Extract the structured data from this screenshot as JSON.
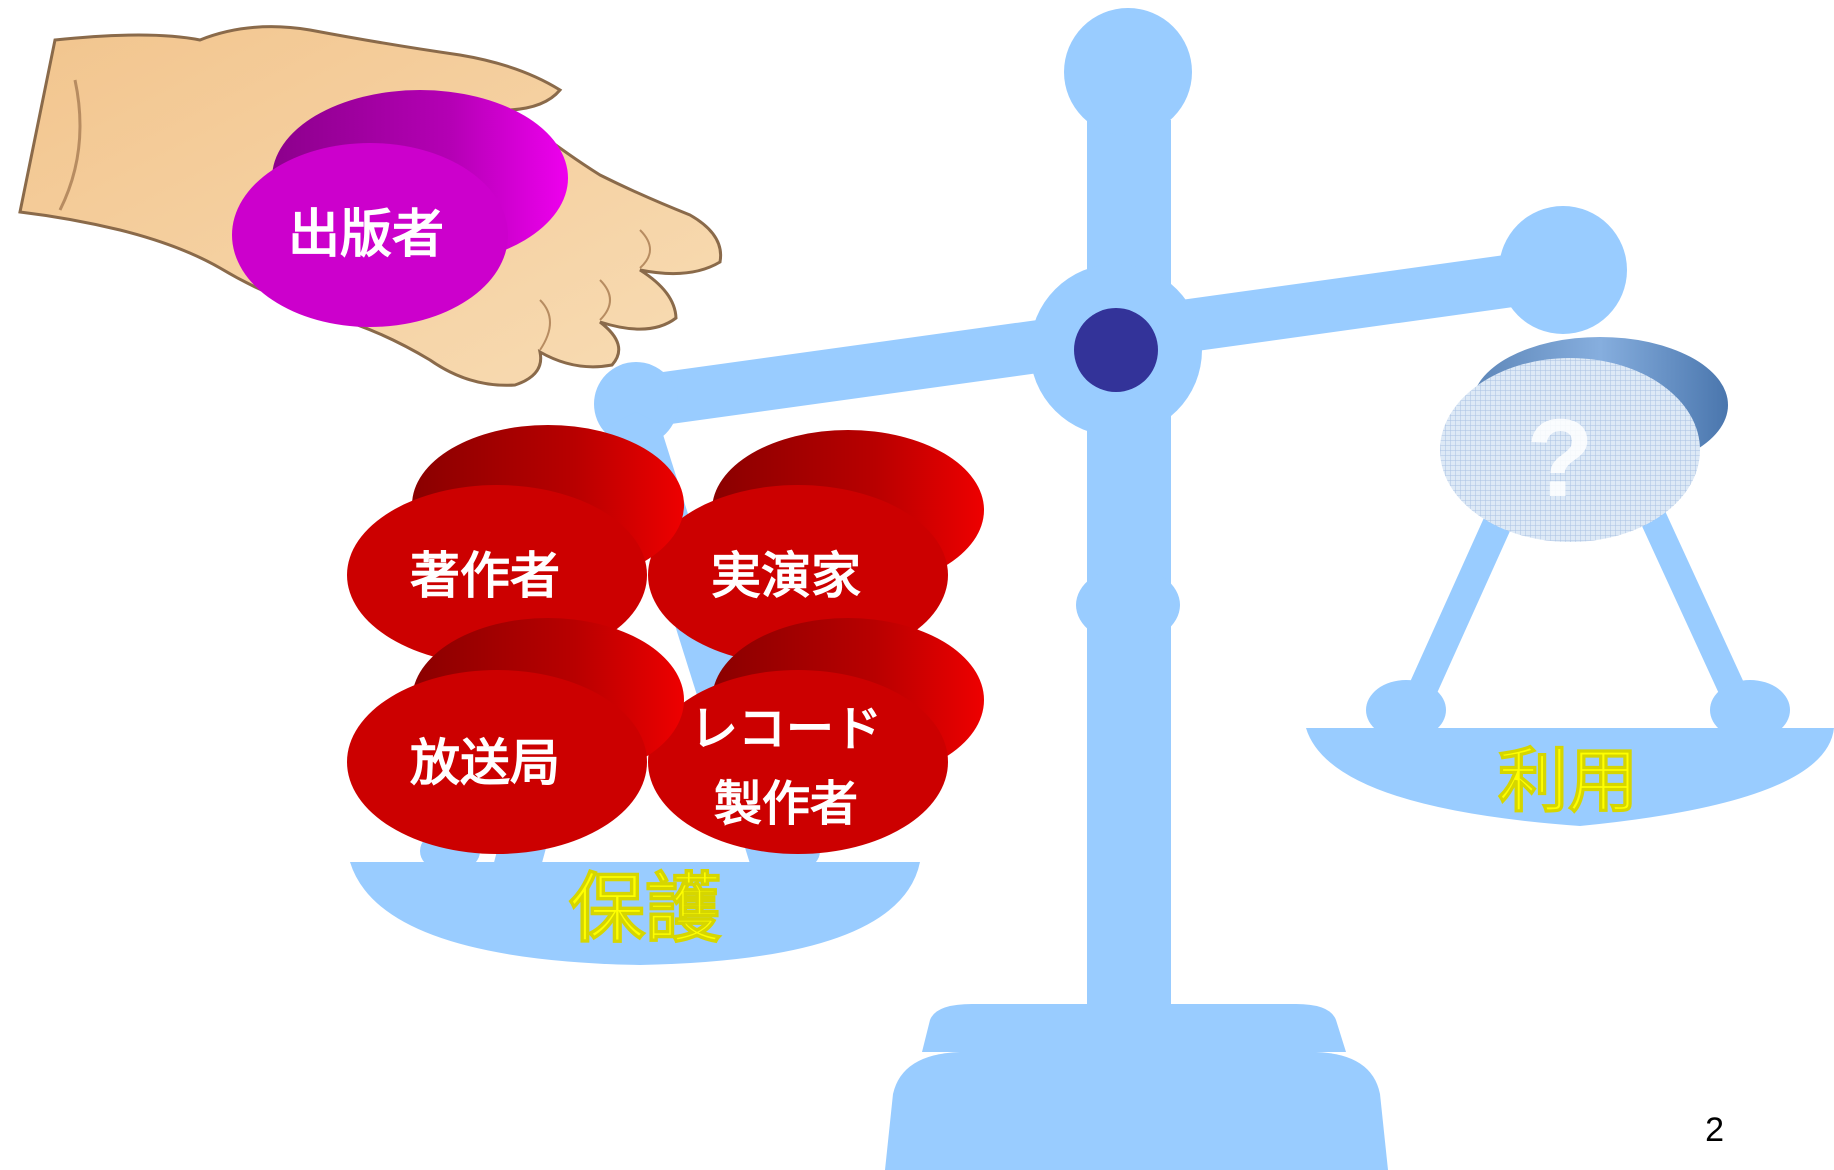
{
  "slide": {
    "page_number": "2"
  },
  "hand": {
    "label": "出版者"
  },
  "left_pan": {
    "caption": "保護",
    "weights": [
      {
        "lines": [
          "著作者"
        ]
      },
      {
        "lines": [
          "実演家"
        ]
      },
      {
        "lines": [
          "放送局"
        ]
      },
      {
        "lines": [
          "レコード",
          "製作者"
        ]
      }
    ]
  },
  "right_pan": {
    "caption": "利用",
    "weight_label": "?"
  },
  "colors": {
    "scale": "#99ccff",
    "pivot": "#333399",
    "weight_red": "#cc0000",
    "weight_magenta": "#cc00cc",
    "caption_yellow": "#ffff00",
    "hand_skin": "#f5cc99"
  }
}
